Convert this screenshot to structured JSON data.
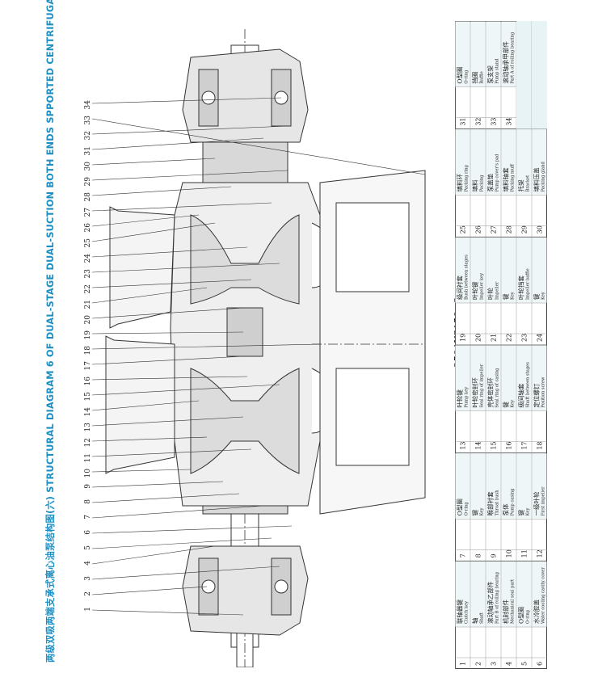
{
  "page_title": "两级双吸两端支承式离心油泵结构图(六)   STRUCTURAL DIAGRAM 6 OF DUAL-STAGE DUAL-SUCTION BOTH ENDS SPPORTED CENTRIFUGAL OIL PUMP",
  "model": "250AYS150×2",
  "callout_numbers": [
    "1",
    "2",
    "3",
    "4",
    "5",
    "6",
    "7",
    "8",
    "9",
    "10",
    "11",
    "12",
    "13",
    "14",
    "15",
    "16",
    "17",
    "18",
    "19",
    "20",
    "21",
    "22",
    "23",
    "24",
    "25",
    "26",
    "27",
    "28",
    "29",
    "30",
    "31",
    "32",
    "33",
    "34"
  ],
  "parts": [
    {
      "no": "1",
      "cn": "联轴器键",
      "en": "Clutch key"
    },
    {
      "no": "2",
      "cn": "轴",
      "en": "Shaft"
    },
    {
      "no": "3",
      "cn": "滚动轴承乙部件",
      "en": "Part B of rolling bearing"
    },
    {
      "no": "4",
      "cn": "机封部件",
      "en": "Mechanical seal part"
    },
    {
      "no": "5",
      "cn": "O型圈",
      "en": "O-ring"
    },
    {
      "no": "6",
      "cn": "水冷腔盖",
      "en": "Water cooling cavity cover"
    },
    {
      "no": "7",
      "cn": "O型圈",
      "en": "O-ring"
    },
    {
      "no": "8",
      "cn": "键",
      "en": "Key"
    },
    {
      "no": "9",
      "cn": "喉部衬套",
      "en": "Throat bush"
    },
    {
      "no": "10",
      "cn": "泵体",
      "en": "Pump casing"
    },
    {
      "no": "11",
      "cn": "键",
      "en": "Key"
    },
    {
      "no": "12",
      "cn": "一级叶轮",
      "en": "First impeller"
    },
    {
      "no": "13",
      "cn": "叶轮键",
      "en": "Pump key"
    },
    {
      "no": "14",
      "cn": "叶轮密封环",
      "en": "Seal ring of impeller"
    },
    {
      "no": "15",
      "cn": "壳体密封环",
      "en": "Seal ring of casing"
    },
    {
      "no": "16",
      "cn": "键",
      "en": "Key"
    },
    {
      "no": "17",
      "cn": "级间轴套",
      "en": "Shaft between stages"
    },
    {
      "no": "18",
      "cn": "定位螺钉",
      "en": "Position screw"
    },
    {
      "no": "19",
      "cn": "级间衬套",
      "en": "Bush between stages"
    },
    {
      "no": "20",
      "cn": "叶轮键",
      "en": "Impeller key"
    },
    {
      "no": "21",
      "cn": "叶轮",
      "en": "Impeller"
    },
    {
      "no": "22",
      "cn": "键",
      "en": "Key"
    },
    {
      "no": "23",
      "cn": "叶轮挡套",
      "en": "Impeller baffle"
    },
    {
      "no": "24",
      "cn": "键",
      "en": "Key"
    },
    {
      "no": "25",
      "cn": "填料环",
      "en": "Packing ring"
    },
    {
      "no": "26",
      "cn": "填料",
      "en": "Packing"
    },
    {
      "no": "27",
      "cn": "泵盖垫",
      "en": "Pump cover's pad"
    },
    {
      "no": "28",
      "cn": "填料轴套",
      "en": "Packing muff"
    },
    {
      "no": "29",
      "cn": "托架",
      "en": "Bracket"
    },
    {
      "no": "30",
      "cn": "填料压盖",
      "en": "Packing gland"
    },
    {
      "no": "31",
      "cn": "O型圈",
      "en": "O-ring"
    },
    {
      "no": "32",
      "cn": "挡圈",
      "en": "Baffle"
    },
    {
      "no": "33",
      "cn": "泵支架",
      "en": "Pump stand"
    },
    {
      "no": "34",
      "cn": "滚动轴承甲部件",
      "en": "Part A of rolling bearing"
    }
  ]
}
